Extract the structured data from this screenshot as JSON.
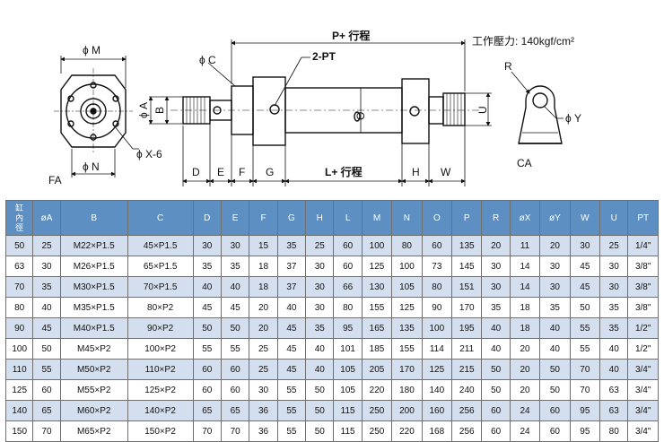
{
  "drawing": {
    "pressure": "工作壓力: 140kgf/cm²",
    "labels": {
      "phi_m": "ϕ M",
      "phi_c": "ϕ C",
      "phi_a": "ϕ A",
      "b": "B",
      "phi_x6": "ϕ X-6",
      "phi_n": "ϕ N",
      "fa": "FA",
      "p_stroke": "P+ 行程",
      "two_pt": "2-PT",
      "o": "O",
      "u": "U",
      "d": "D",
      "e": "E",
      "f": "F",
      "g": "G",
      "l_stroke": "L+ 行程",
      "h": "H",
      "w": "W",
      "r": "R",
      "phi_y": "ϕ Y",
      "ca": "CA"
    }
  },
  "table": {
    "headers": [
      "缸內徑",
      "øA",
      "B",
      "C",
      "D",
      "E",
      "F",
      "G",
      "H",
      "L",
      "M",
      "N",
      "O",
      "P",
      "R",
      "øX",
      "øY",
      "W",
      "U",
      "PT"
    ],
    "rows": [
      [
        "50",
        "25",
        "M22×P1.5",
        "45×P1.5",
        "30",
        "30",
        "15",
        "35",
        "25",
        "60",
        "100",
        "80",
        "60",
        "135",
        "20",
        "11",
        "20",
        "30",
        "25",
        "1/4\""
      ],
      [
        "63",
        "30",
        "M26×P1.5",
        "65×P1.5",
        "35",
        "35",
        "18",
        "37",
        "30",
        "60",
        "125",
        "100",
        "73",
        "145",
        "30",
        "14",
        "30",
        "45",
        "30",
        "3/8\""
      ],
      [
        "70",
        "35",
        "M30×P1.5",
        "70×P1.5",
        "40",
        "40",
        "18",
        "37",
        "30",
        "66",
        "130",
        "105",
        "80",
        "151",
        "30",
        "14",
        "30",
        "45",
        "30",
        "3/8\""
      ],
      [
        "80",
        "40",
        "M35×P1.5",
        "80×P2",
        "45",
        "45",
        "20",
        "40",
        "30",
        "80",
        "155",
        "125",
        "90",
        "170",
        "35",
        "18",
        "35",
        "50",
        "35",
        "3/8\""
      ],
      [
        "90",
        "45",
        "M40×P1.5",
        "90×P2",
        "50",
        "50",
        "20",
        "45",
        "35",
        "95",
        "165",
        "135",
        "100",
        "195",
        "40",
        "18",
        "40",
        "55",
        "35",
        "1/2\""
      ],
      [
        "100",
        "50",
        "M45×P2",
        "100×P2",
        "55",
        "55",
        "25",
        "45",
        "40",
        "101",
        "185",
        "155",
        "114",
        "211",
        "40",
        "20",
        "40",
        "55",
        "40",
        "1/2\""
      ],
      [
        "110",
        "55",
        "M50×P2",
        "110×P2",
        "60",
        "60",
        "25",
        "45",
        "40",
        "105",
        "205",
        "170",
        "125",
        "215",
        "50",
        "20",
        "50",
        "70",
        "40",
        "3/4\""
      ],
      [
        "125",
        "60",
        "M55×P2",
        "125×P2",
        "60",
        "60",
        "30",
        "55",
        "50",
        "105",
        "220",
        "180",
        "140",
        "240",
        "50",
        "20",
        "50",
        "70",
        "63",
        "3/4\""
      ],
      [
        "140",
        "65",
        "M60×P2",
        "140×P2",
        "65",
        "65",
        "36",
        "55",
        "50",
        "115",
        "250",
        "200",
        "160",
        "256",
        "60",
        "24",
        "60",
        "95",
        "63",
        "3/4\""
      ],
      [
        "150",
        "70",
        "M65×P2",
        "150×P2",
        "70",
        "70",
        "36",
        "55",
        "50",
        "115",
        "250",
        "220",
        "168",
        "256",
        "60",
        "24",
        "60",
        "95",
        "80",
        "3/4\""
      ]
    ]
  }
}
